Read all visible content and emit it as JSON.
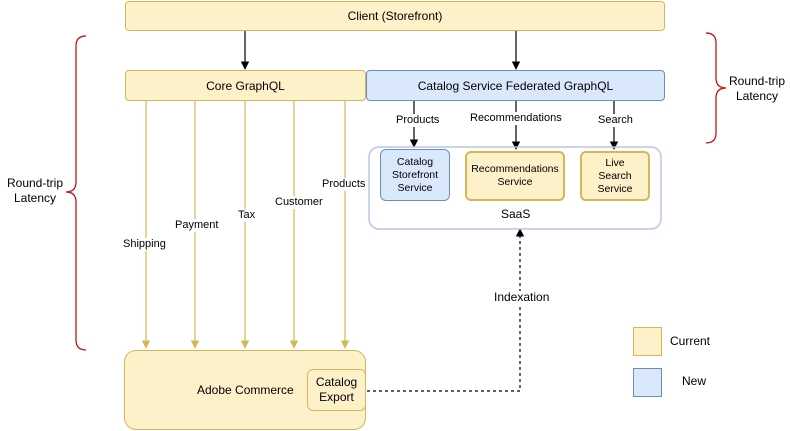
{
  "client": "Client (Storefront)",
  "core_graphql": "Core GraphQL",
  "catalog_federated": "Catalog Service Federated GraphQL",
  "services": {
    "catalog_storefront": "Catalog Storefront Service",
    "recommendations": "Recommendations Service",
    "live_search": "Live Search Service",
    "saas_label": "SaaS"
  },
  "edges_top": {
    "products": "Products",
    "recommendations": "Recommendations",
    "search": "Search"
  },
  "edges_core": {
    "shipping": "Shipping",
    "payment": "Payment",
    "tax": "Tax",
    "customer": "Customer",
    "products": "Products"
  },
  "adobe_commerce": "Adobe Commerce",
  "catalog_export": "Catalog Export",
  "indexation": "Indexation",
  "latency_left": "Round-trip Latency",
  "latency_right": "Round-trip Latency",
  "legend": {
    "current": "Current",
    "new": "New"
  },
  "colors": {
    "current_fill": "#fdf1c9",
    "current_stroke": "#d6b656",
    "new_fill": "#dae8fc",
    "new_stroke": "#6c8ebf",
    "brace": "#cc0000",
    "saas_border": "#b8c7e0"
  }
}
